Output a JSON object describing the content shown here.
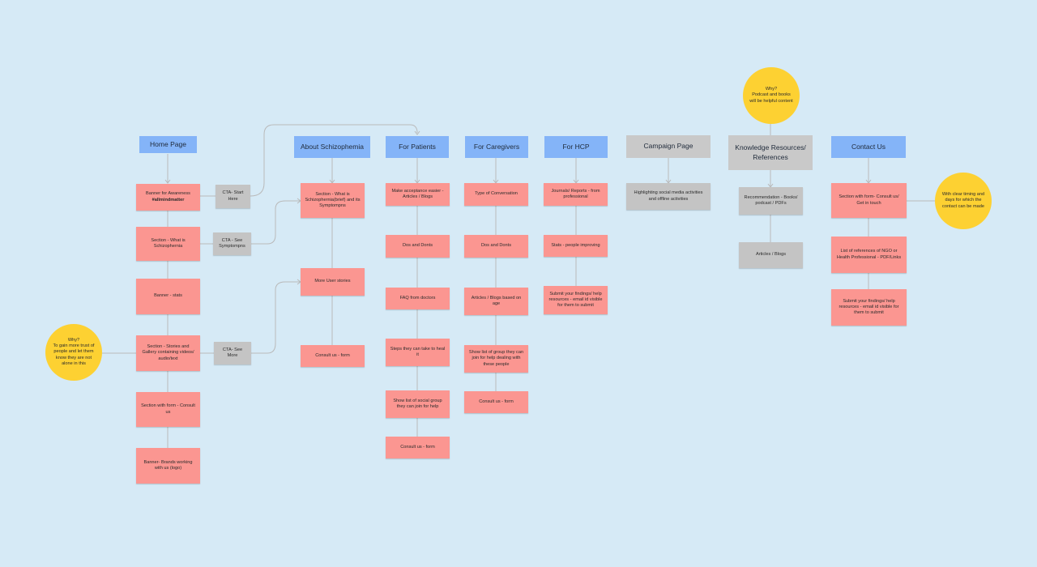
{
  "colors": {
    "background": "#d6eaf6",
    "header": "#84b4f8",
    "header_alt": "#c9c9c9",
    "card": "#fb9691",
    "cta": "#c4c4c4",
    "note": "#fdd132",
    "connector": "#b9b9b9"
  },
  "columns": {
    "home": {
      "header": "Home Page",
      "cards": [
        {
          "text": "Banner for Awareness",
          "emphasis": "#allmindmatter"
        },
        {
          "text": "Section - What is Schizophernia"
        },
        {
          "text": "Banner - stats"
        },
        {
          "text": "Section - Stories and Gallery containing videos/ audio/text"
        },
        {
          "text": "Section with form - Consult us"
        },
        {
          "text": "Banner- Brands working with us (logo)"
        }
      ],
      "ctas": [
        "CTA- Start Here",
        "CTA -  See Symptompns",
        "CTA- See More"
      ],
      "note": "Why?\nTo gain more trust of people and let them know they are not alone in this"
    },
    "about": {
      "header": "About Schizophemia",
      "cards": [
        {
          "text": "Section - What is Schizophernia(brief) and its Symptompns"
        },
        {
          "text": "More  User stories"
        },
        {
          "text": "Consult us - form"
        }
      ]
    },
    "patients": {
      "header": "For Patients",
      "cards": [
        {
          "text": "Make acceptance easier - Articles / Blogs"
        },
        {
          "text": "Dos and Donts"
        },
        {
          "text": "FAQ from doctors"
        },
        {
          "text": "Steps they can take to heal it"
        },
        {
          "text": "Show list of social group they can join for help"
        },
        {
          "text": "Consult us - form"
        }
      ]
    },
    "caregivers": {
      "header": "For Caregivers",
      "cards": [
        {
          "text": "Type of Conversation"
        },
        {
          "text": "Dos and Donts"
        },
        {
          "text": "Articles / Blogs based on age"
        },
        {
          "text": "Show list of group they can join for help dealing with these people"
        },
        {
          "text": "Consult us - form"
        }
      ]
    },
    "hcp": {
      "header": "For HCP",
      "cards": [
        {
          "text": "Journals/ Reports - from professional"
        },
        {
          "text": "Stats - people improving"
        },
        {
          "text": "Submit your findings/ help resources - email id visible for them to submit"
        }
      ]
    },
    "campaign": {
      "header": "Campaign Page",
      "cards": [
        {
          "text": "Highlighting social media activities and offline activities"
        }
      ]
    },
    "knowledge": {
      "header": "Knowledge Resources/ References",
      "cards": [
        {
          "text": "Recommendation - Books/ podcast / PDFs"
        },
        {
          "text": "Articles / Blogs"
        }
      ],
      "note": "Why?\nPodcast and books will be helpful content"
    },
    "contact": {
      "header": "Contact Us",
      "cards": [
        {
          "text": "Section with form- Consult us/ Get in touch"
        },
        {
          "text": "List of references of NGO or Health Professional - PDF/Links"
        },
        {
          "text": "Submit your findings/ help resources - email id visible for them to submit"
        }
      ],
      "note": "With clear timing and days for which the contact can be made"
    }
  }
}
